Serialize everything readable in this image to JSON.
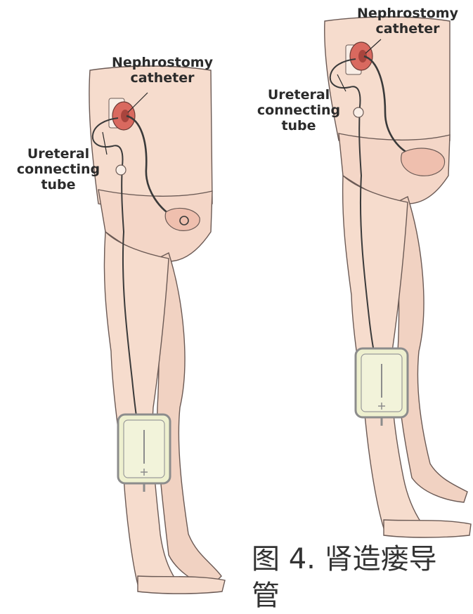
{
  "colors": {
    "skin": "#f6dccd",
    "skin_shade": "#eec7b4",
    "outline": "#6b5a55",
    "tube": "#3a3a3a",
    "kidney": "#d9695f",
    "bag_fill": "#eef0cf",
    "bag_frame": "#8c8c8c",
    "caption": "#333333"
  },
  "figures": [
    {
      "nephrostomy_label": [
        "Nephrostomy",
        "catheter"
      ],
      "ureteral_label": [
        "Ureteral",
        "connecting",
        "tube"
      ]
    },
    {
      "nephrostomy_label": [
        "Nephrostomy",
        "catheter"
      ],
      "ureteral_label": [
        "Ureteral",
        "connecting",
        "tube"
      ]
    }
  ],
  "caption": [
    "图 4. 肾造瘘导",
    "管"
  ]
}
